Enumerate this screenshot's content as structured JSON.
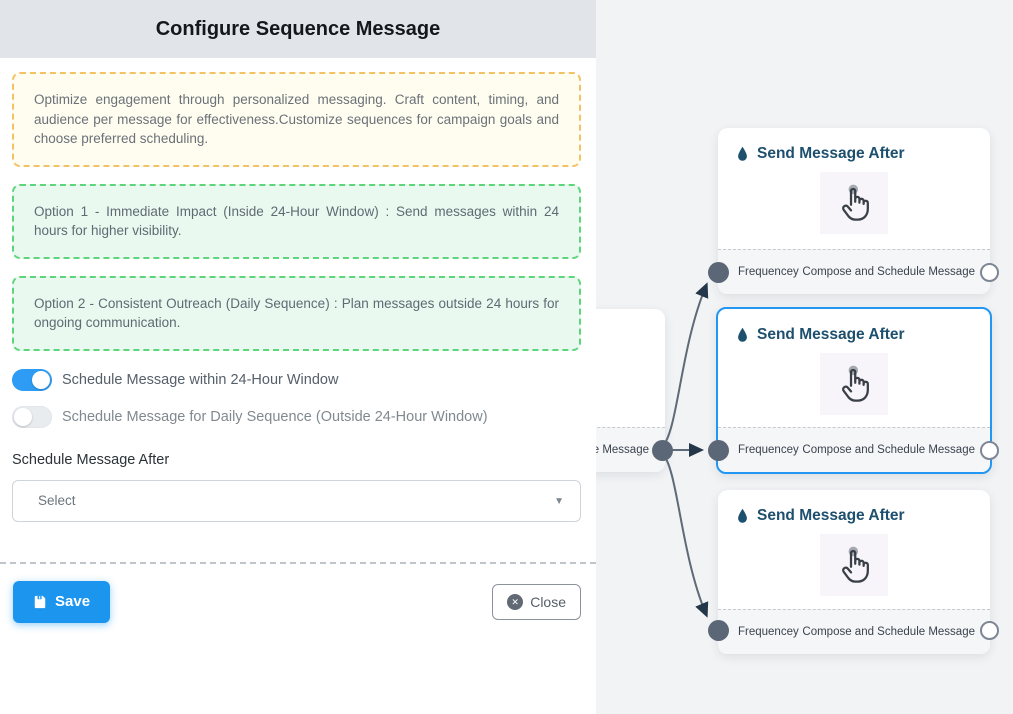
{
  "panel": {
    "title": "Configure Sequence Message",
    "info_text": "Optimize engagement through personalized messaging. Craft content, timing, and audience per message for effectiveness.Customize sequences for campaign goals and choose preferred scheduling.",
    "option1_text": "Option 1 - Immediate Impact (Inside 24-Hour Window) : Send messages within 24 hours for higher visibility.",
    "option2_text": "Option 2 - Consistent Outreach (Daily Sequence) : Plan messages outside 24 hours for ongoing communication.",
    "toggle_within_24h": {
      "label": "Schedule Message within 24-Hour Window",
      "state": "on"
    },
    "toggle_daily_sequence": {
      "label": "Schedule Message for Daily Sequence (Outside 24-Hour Window)",
      "state": "off"
    },
    "schedule_after_label": "Schedule Message After",
    "select_placeholder": "Select",
    "save_label": "Save",
    "close_label": "Close"
  },
  "flow": {
    "nodes": [
      {
        "title": "Send Message After",
        "footer_left": "Frequencey",
        "footer_right": "Compose and Schedule Message",
        "selected": false
      },
      {
        "title": "Send Message After",
        "footer_left": "Frequencey",
        "footer_right": "Compose and Schedule Message",
        "selected": true
      },
      {
        "title": "Send Message After",
        "footer_left": "Frequencey",
        "footer_right": "Compose and Schedule Message",
        "selected": false
      }
    ],
    "source_node_visible_label": "ce Message"
  },
  "colors": {
    "accent_blue": "#2e9cf4",
    "save_blue": "#1b95ee",
    "selected_node_border": "#2196f3",
    "node_title_navy": "#1d4f6e",
    "warning_border": "#f3c267",
    "warning_bg": "#fffdf0",
    "success_border": "#5fd57b",
    "success_bg": "#eaf9f0",
    "edge_gray": "#5e6a78",
    "handle_fill": "#5b6776",
    "canvas_bg": "#f1f3f5"
  }
}
